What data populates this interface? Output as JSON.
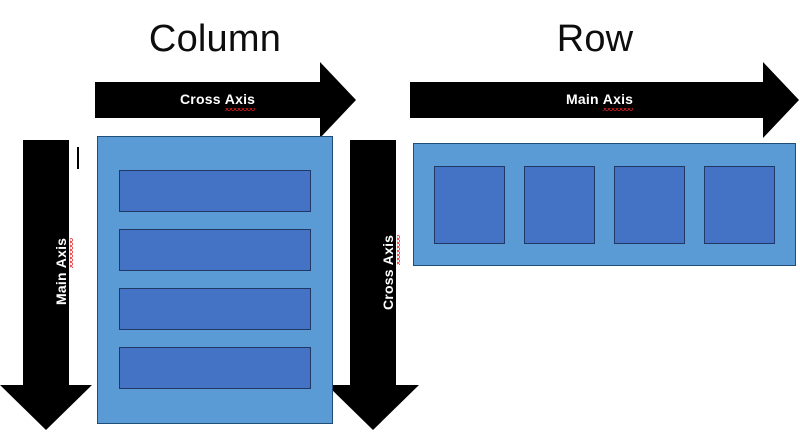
{
  "diagram": {
    "background_color": "#ffffff",
    "sections": [
      {
        "id": "column",
        "title": "Column",
        "main_axis_label": "Main Axis",
        "main_axis_direction": "vertical-down",
        "cross_axis_label": "Cross Axis",
        "cross_axis_direction": "horizontal-right",
        "container_color": "#5b9bd5",
        "container_border_color": "#1f4e79",
        "item_color": "#4472c4",
        "item_border_color": "#1f3864",
        "item_count": 4,
        "items": [
          {
            "name": "column-item-1"
          },
          {
            "name": "column-item-2"
          },
          {
            "name": "column-item-3"
          },
          {
            "name": "column-item-4"
          }
        ]
      },
      {
        "id": "row",
        "title": "Row",
        "main_axis_label": "Main Axis",
        "main_axis_direction": "horizontal-right",
        "cross_axis_label": "Cross Axis",
        "cross_axis_direction": "vertical-down",
        "container_color": "#5b9bd5",
        "container_border_color": "#1f4e79",
        "item_color": "#4472c4",
        "item_border_color": "#1f3864",
        "item_count": 4,
        "items": [
          {
            "name": "row-item-1"
          },
          {
            "name": "row-item-2"
          },
          {
            "name": "row-item-3"
          },
          {
            "name": "row-item-4"
          }
        ]
      }
    ],
    "labels": {
      "cross_axis_top": {
        "word1": "Cross ",
        "word2": "Axis",
        "misspelled": "Axis"
      },
      "main_axis_top": {
        "word1": "Main ",
        "word2": "Axis",
        "misspelled": "Axis"
      },
      "main_axis_left": {
        "word1": "Main ",
        "word2": "Axis",
        "misspelled": "Axis"
      },
      "cross_axis_mid": {
        "word1": "Cross ",
        "word2": "Axis",
        "misspelled": "Axis"
      }
    },
    "arrow_color": "#000000",
    "arrow_text_color": "#ffffff",
    "spellcheck_underline_color": "#e02020"
  }
}
